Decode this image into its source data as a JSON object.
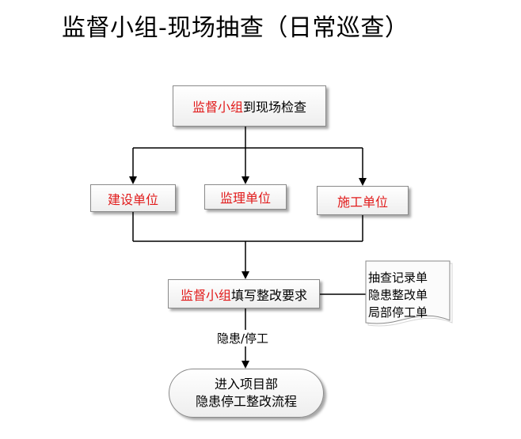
{
  "title": "监督小组-现场抽查（日常巡查）",
  "nodes": {
    "start": {
      "highlight": "监督小组",
      "text": "到现场检查"
    },
    "construction_unit": {
      "label": "建设单位"
    },
    "supervision_unit": {
      "label": "监理单位"
    },
    "contractor_unit": {
      "label": "施工单位"
    },
    "fill_form": {
      "highlight": "监督小组",
      "text": "填写整改要求"
    },
    "document": {
      "lines": [
        "抽查记录单",
        "隐患整改单",
        "局部停工单"
      ]
    },
    "end": {
      "lines": [
        "进入项目部",
        "隐患停工整改流程"
      ]
    }
  },
  "edge_label": "隐患/停工",
  "colors": {
    "highlight_text": "#e11b1b",
    "box_border": "#8a8a8a",
    "line": "#000000"
  }
}
